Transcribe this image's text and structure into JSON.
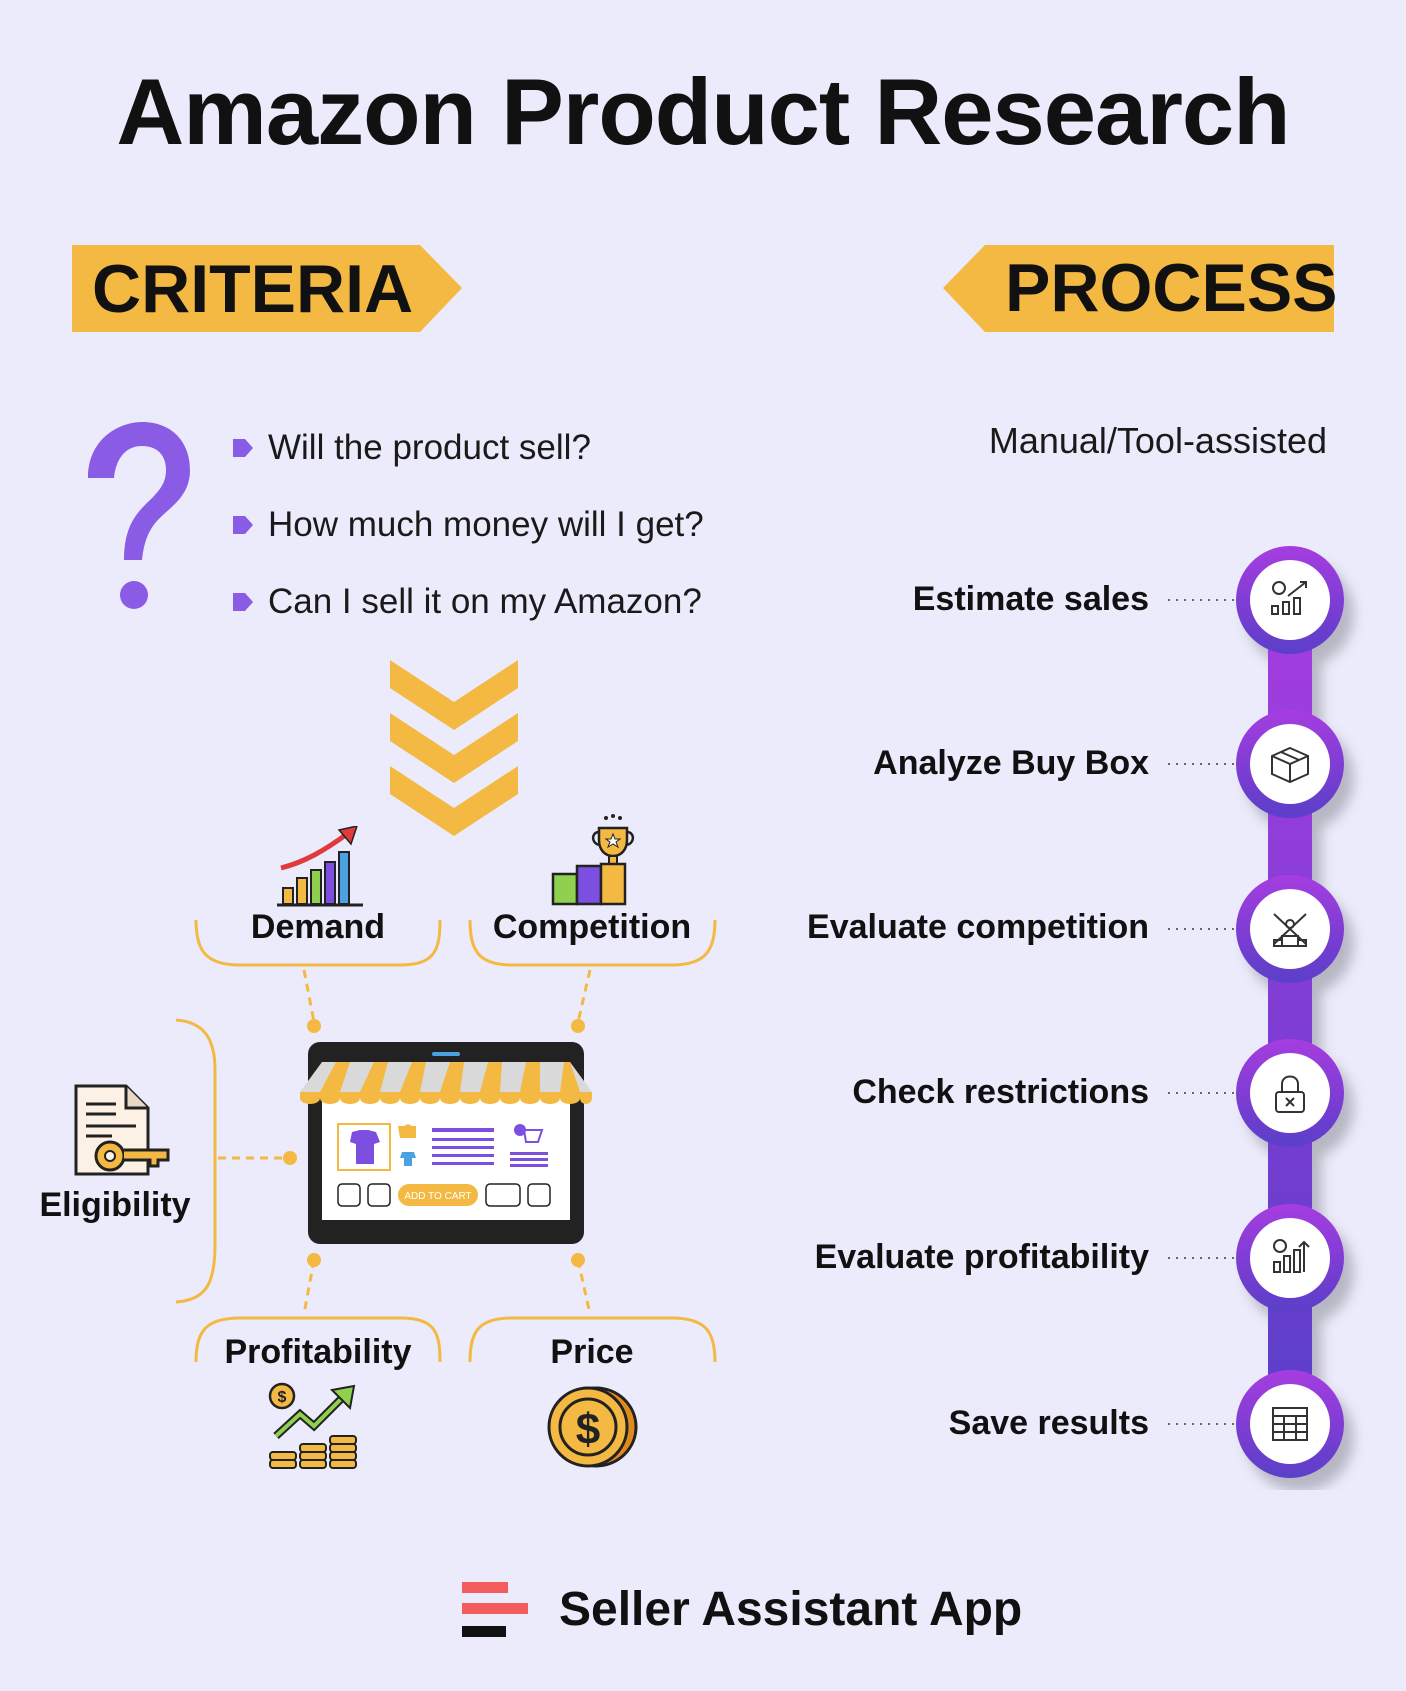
{
  "title": "Amazon Product Research",
  "criteria": {
    "banner": "CRITERIA",
    "questions": [
      "Will the product sell?",
      "How much money will I get?",
      "Can I sell it on my Amazon?"
    ],
    "factors": {
      "demand": "Demand",
      "competition": "Competition",
      "eligibility": "Eligibility",
      "profitability": "Profitability",
      "price": "Price"
    },
    "storefront_button": "ADD TO CART"
  },
  "process": {
    "banner": "PROCESS",
    "mode": "Manual/Tool-assisted",
    "steps": [
      {
        "label": "Estimate sales",
        "icon": "sales-chart-icon"
      },
      {
        "label": "Analyze Buy Box",
        "icon": "box-icon"
      },
      {
        "label": "Evaluate competition",
        "icon": "competition-icon"
      },
      {
        "label": "Check restrictions",
        "icon": "lock-icon"
      },
      {
        "label": "Evaluate profitability",
        "icon": "profit-icon"
      },
      {
        "label": "Save results",
        "icon": "table-icon"
      }
    ]
  },
  "footer": {
    "brand": "Seller Assistant App"
  },
  "colors": {
    "background": "#ebebfb",
    "accent_yellow": "#f4b942",
    "accent_purple": "#7c4fe0",
    "chain_top": "#a63ce0",
    "chain_bottom": "#5a3fc8",
    "logo_red": "#f25c5c"
  }
}
